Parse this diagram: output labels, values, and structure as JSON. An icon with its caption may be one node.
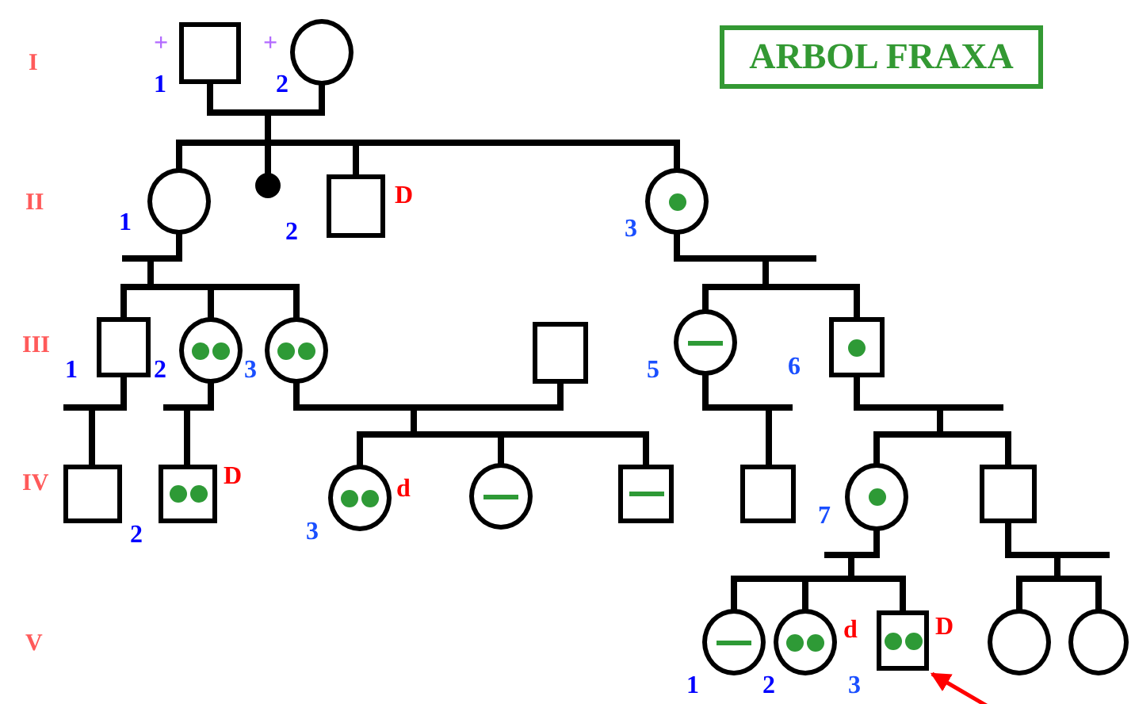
{
  "diagram": {
    "title": "ARBOL FRAXA",
    "nodes": [
      {
        "text": [],
        "shape": "box",
        "beside": [
          "+",
          "1"
        ]
      },
      {
        "text": [],
        "shape": "circle",
        "beside": [
          "+",
          "2"
        ]
      },
      {
        "text": [],
        "shape": "circle",
        "beside": [
          "1"
        ]
      },
      {
        "text": [],
        "shape": "dot"
      },
      {
        "text": [],
        "shape": "box",
        "beside": [
          "D",
          "2"
        ]
      },
      {
        "text": [],
        "shape": "circle",
        "beside": [
          "3"
        ]
      },
      {
        "text": [],
        "shape": "box",
        "beside": [
          "1"
        ]
      },
      {
        "text": [],
        "shape": "circle",
        "beside": [
          "2"
        ]
      },
      {
        "text": [],
        "shape": "circle",
        "beside": [
          "3"
        ]
      },
      {
        "text": [],
        "shape": "box"
      },
      {
        "text": [],
        "shape": "circle",
        "beside": [
          "5"
        ]
      },
      {
        "text": [],
        "shape": "box",
        "beside": [
          "6"
        ]
      },
      {
        "text": [],
        "shape": "box"
      },
      {
        "text": [],
        "shape": "box",
        "beside": [
          "D",
          "2"
        ]
      },
      {
        "text": [],
        "shape": "circle",
        "beside": [
          "d",
          "3"
        ]
      },
      {
        "text": [],
        "shape": "circle"
      },
      {
        "text": [],
        "shape": "box"
      },
      {
        "text": [],
        "shape": "box"
      },
      {
        "text": [],
        "shape": "circle",
        "beside": [
          "7"
        ]
      },
      {
        "text": [],
        "shape": "box"
      },
      {
        "text": [],
        "shape": "circle",
        "beside": [
          "1"
        ]
      },
      {
        "text": [],
        "shape": "circle",
        "beside": [
          "d",
          "2"
        ]
      },
      {
        "text": [],
        "shape": "box",
        "beside": [
          "D",
          "3"
        ]
      },
      {
        "text": [],
        "shape": "circle"
      },
      {
        "text": [],
        "shape": "circle"
      }
    ],
    "edges": [
      {
        "from": 0,
        "to": 2,
        "arrow": "none"
      },
      {
        "from": 0,
        "to": 3,
        "arrow": "none"
      },
      {
        "from": 0,
        "to": 4,
        "arrow": "none"
      },
      {
        "from": 0,
        "to": 5,
        "arrow": "none"
      },
      {
        "from": 1,
        "to": 2,
        "arrow": "none"
      },
      {
        "from": 1,
        "to": 3,
        "arrow": "none"
      },
      {
        "from": 1,
        "to": 4,
        "arrow": "none"
      },
      {
        "from": 1,
        "to": 5,
        "arrow": "none"
      },
      {
        "from": 2,
        "to": 6,
        "arrow": "none"
      },
      {
        "from": 2,
        "to": 7,
        "arrow": "none"
      },
      {
        "from": 2,
        "to": 8,
        "arrow": "none"
      },
      {
        "from": 5,
        "to": 10,
        "arrow": "none"
      },
      {
        "from": 5,
        "to": 11,
        "arrow": "none"
      },
      {
        "from": 6,
        "to": 12,
        "arrow": "none"
      },
      {
        "from": 7,
        "to": 13,
        "arrow": "none"
      },
      {
        "from": 8,
        "to": 14,
        "arrow": "none"
      },
      {
        "from": 8,
        "to": 15,
        "arrow": "none"
      },
      {
        "from": 8,
        "to": 16,
        "arrow": "none"
      },
      {
        "from": 9,
        "to": 14,
        "arrow": "none"
      },
      {
        "from": 9,
        "to": 15,
        "arrow": "none"
      },
      {
        "from": 9,
        "to": 16,
        "arrow": "none"
      },
      {
        "from": 10,
        "to": 17,
        "arrow": "none"
      },
      {
        "from": 11,
        "to": 18,
        "arrow": "none"
      },
      {
        "from": 11,
        "to": 19,
        "arrow": "none"
      },
      {
        "from": 18,
        "to": 20,
        "arrow": "none"
      },
      {
        "from": 18,
        "to": 21,
        "arrow": "none"
      },
      {
        "from": 18,
        "to": 22,
        "arrow": "none"
      },
      {
        "from": 19,
        "to": 23,
        "arrow": "none"
      },
      {
        "from": 19,
        "to": 24,
        "arrow": "none"
      },
      {
        "from": null,
        "to": 22,
        "arrow": "to",
        "color": "#ff0000"
      }
    ],
    "labels": [
      "I",
      "II",
      "III",
      "IV",
      "V"
    ]
  }
}
